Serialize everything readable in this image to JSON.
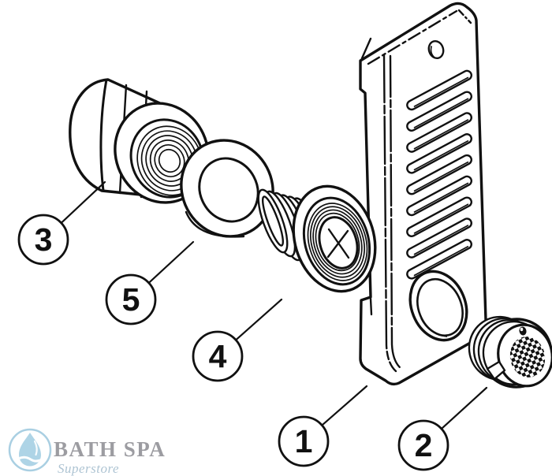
{
  "canvas": {
    "background": "#ffffff",
    "line_color": "#111111"
  },
  "callouts": {
    "c1": {
      "label": "1"
    },
    "c2": {
      "label": "2"
    },
    "c3": {
      "label": "3"
    },
    "c4": {
      "label": "4"
    },
    "c5": {
      "label": "5"
    }
  },
  "logo": {
    "brand": "BATH SPA",
    "tagline": "Superstore",
    "icon": "water-drop-icon",
    "brand_color": "#9c9ca1",
    "tagline_color": "#aec4d3",
    "icon_color": "#a9cfe2",
    "drop_fill": "#aed4e6"
  }
}
